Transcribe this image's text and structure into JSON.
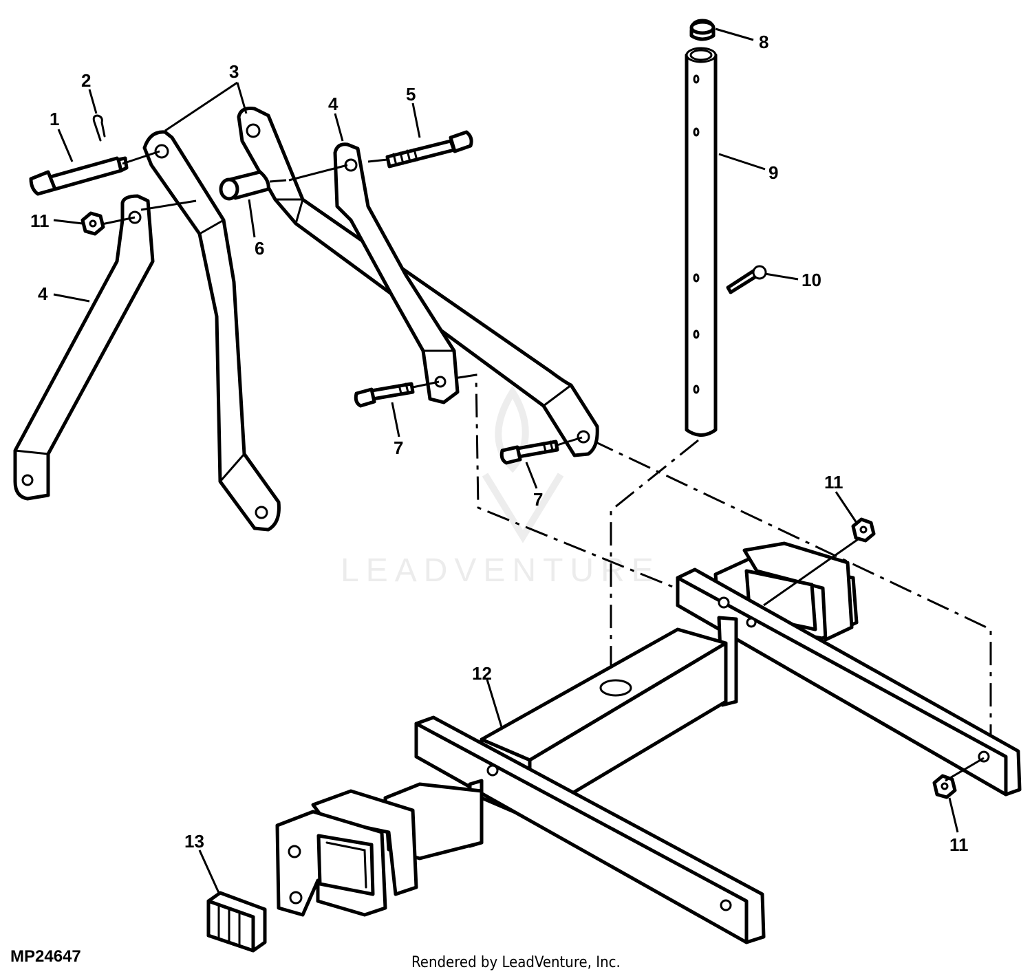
{
  "diagram": {
    "figure_id": "MP24647",
    "credit": "Rendered by LeadVenture, Inc.",
    "watermark": "LEADVENTURE",
    "callouts": [
      {
        "id": "c1",
        "label": "1"
      },
      {
        "id": "c2",
        "label": "2"
      },
      {
        "id": "c3",
        "label": "3"
      },
      {
        "id": "c4a",
        "label": "4"
      },
      {
        "id": "c4b",
        "label": "4"
      },
      {
        "id": "c5",
        "label": "5"
      },
      {
        "id": "c6",
        "label": "6"
      },
      {
        "id": "c7a",
        "label": "7"
      },
      {
        "id": "c7b",
        "label": "7"
      },
      {
        "id": "c8",
        "label": "8"
      },
      {
        "id": "c9",
        "label": "9"
      },
      {
        "id": "c10",
        "label": "10"
      },
      {
        "id": "c11a",
        "label": "11"
      },
      {
        "id": "c11b",
        "label": "11"
      },
      {
        "id": "c11c",
        "label": "11"
      },
      {
        "id": "c12",
        "label": "12"
      },
      {
        "id": "c13",
        "label": "13"
      }
    ]
  }
}
